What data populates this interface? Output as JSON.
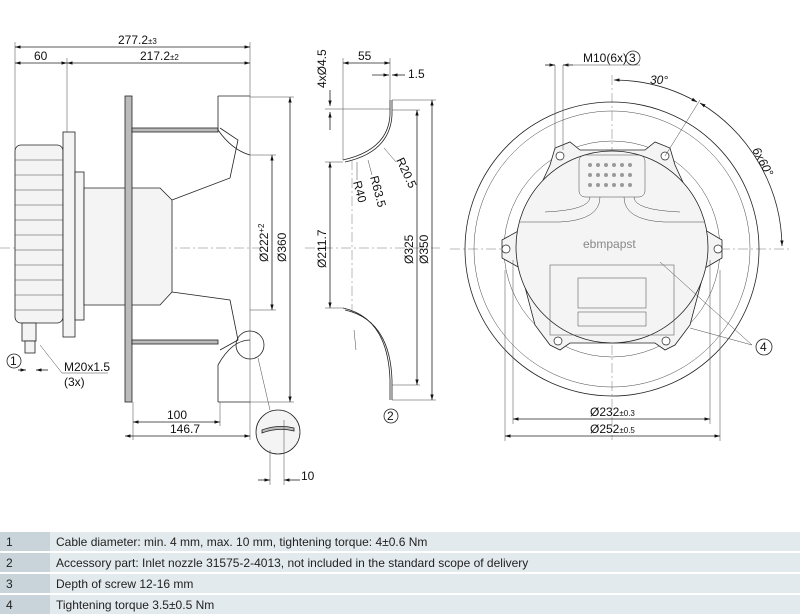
{
  "side_view": {
    "dim_overall": "277.2",
    "dim_overall_tol": "±3",
    "dim_motor": "60",
    "dim_impeller": "217.2",
    "dim_impeller_tol": "±2",
    "dim_d222": "Ø222",
    "dim_d222_tol": "+2",
    "dim_d360": "Ø360",
    "dim_100": "100",
    "dim_146": "146.7",
    "dim_10": "10",
    "gland_label": "M20x1.5",
    "gland_count": "(3x)",
    "marker_1": "1"
  },
  "nozzle_view": {
    "dim_holes": "4xØ4.5",
    "dim_55": "55",
    "dim_1_5": "1.5",
    "r40": "R40",
    "r63": "R63.5",
    "r20": "R20.5",
    "dim_d211": "Ø211.7",
    "dim_d325": "Ø325",
    "dim_d350": "Ø350",
    "marker_2": "2"
  },
  "front_view": {
    "screw_label": "M10(6x)",
    "marker_3": "3",
    "angle_30": "30°",
    "angle_6x60": "6x60°",
    "marker_4": "4",
    "logo": "ebmpapst",
    "dim_d232": "Ø232",
    "dim_d232_tol": "±0.3",
    "dim_d252": "Ø252",
    "dim_d252_tol": "±0.5"
  },
  "notes": [
    {
      "num": "1",
      "text": "Cable diameter: min. 4 mm, max. 10 mm, tightening torque: 4±0.6 Nm"
    },
    {
      "num": "2",
      "text": "Accessory part: Inlet nozzle 31575-2-4013, not included in the standard scope of delivery"
    },
    {
      "num": "3",
      "text": "Depth of screw 12-16 mm"
    },
    {
      "num": "4",
      "text": "Tightening torque 3.5±0.5 Nm"
    }
  ]
}
